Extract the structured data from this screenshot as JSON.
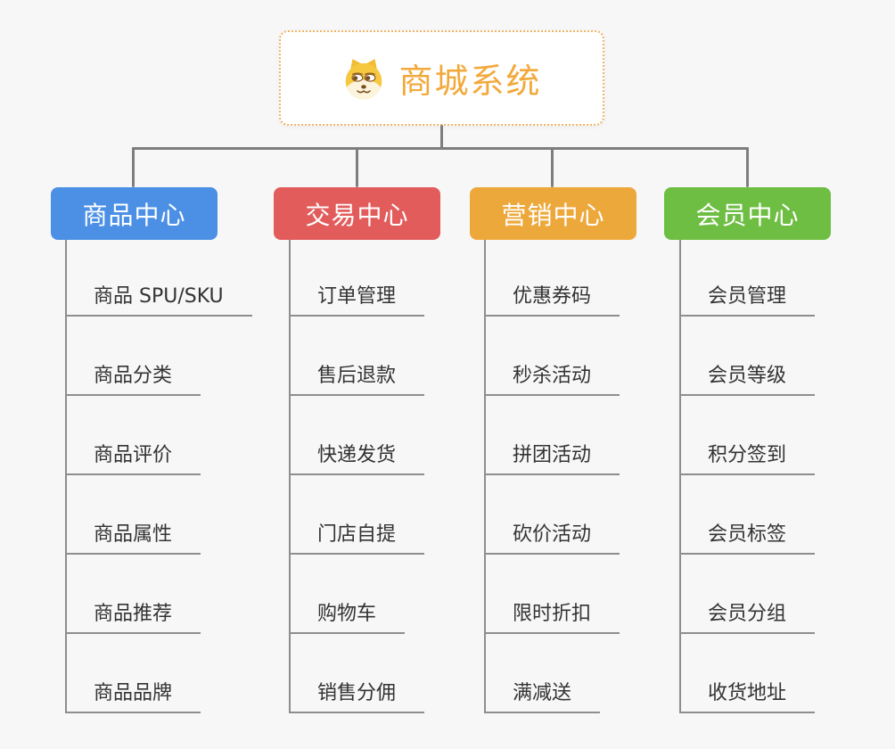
{
  "root": {
    "title": "商城系统",
    "icon": "doge-icon"
  },
  "colors": {
    "background": "#f7f7f7",
    "root_text": "#f2a93b",
    "root_border": "#f0b465",
    "connector": "#7e7e7e",
    "underline": "#8e8e8e",
    "item_text": "#333333"
  },
  "branches": [
    {
      "label": "商品中心",
      "color": "#4c90e6",
      "children": [
        "商品 SPU/SKU",
        "商品分类",
        "商品评价",
        "商品属性",
        "商品推荐",
        "商品品牌"
      ]
    },
    {
      "label": "交易中心",
      "color": "#e25c5c",
      "children": [
        "订单管理",
        "售后退款",
        "快递发货",
        "门店自提",
        "购物车",
        "销售分佣"
      ]
    },
    {
      "label": "营销中心",
      "color": "#eda83c",
      "children": [
        "优惠券码",
        "秒杀活动",
        "拼团活动",
        "砍价活动",
        "限时折扣",
        "满减送"
      ]
    },
    {
      "label": "会员中心",
      "color": "#6fbe44",
      "children": [
        "会员管理",
        "会员等级",
        "积分签到",
        "会员标签",
        "会员分组",
        "收货地址"
      ]
    }
  ]
}
